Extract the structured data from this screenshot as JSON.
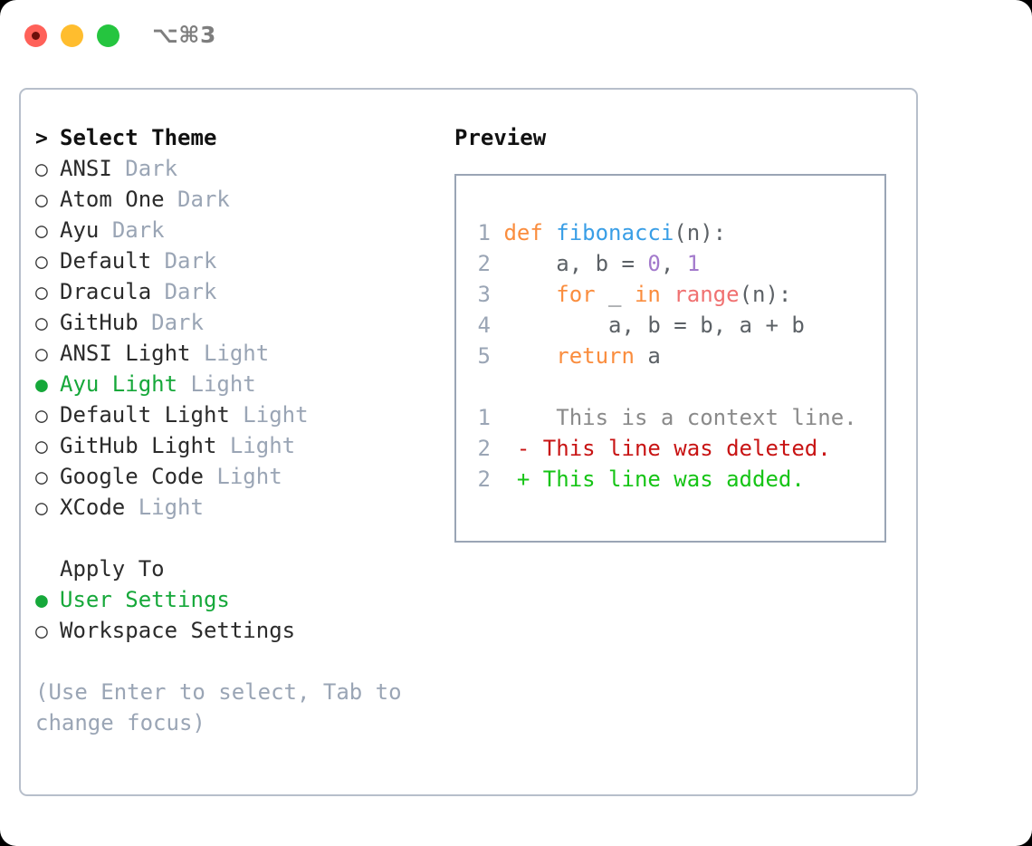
{
  "titlebar": {
    "shortcut": "⌥⌘3",
    "buttons": [
      {
        "name": "close",
        "color": "#ff6159"
      },
      {
        "name": "minimize",
        "color": "#ffbd2e"
      },
      {
        "name": "maximize",
        "color": "#25c53f"
      }
    ]
  },
  "colors": {
    "accent_green": "#16a83a",
    "muted": "#9aa5b5",
    "text": "#2b2b2b",
    "panel_border": "#b7bfcb",
    "preview_border": "#9aa5b5",
    "kw_orange": "#fa8d3e",
    "fn_blue": "#399ee6",
    "num_purple": "#a37acc",
    "builtin_red": "#f07171",
    "diff_del": "#c81414",
    "diff_add": "#16c416"
  },
  "theme_select": {
    "heading_marker": ">",
    "heading": "Select Theme",
    "items": [
      {
        "marker": "○",
        "label": "ANSI",
        "variant": "Dark",
        "selected": false
      },
      {
        "marker": "○",
        "label": "Atom One",
        "variant": "Dark",
        "selected": false
      },
      {
        "marker": "○",
        "label": "Ayu",
        "variant": "Dark",
        "selected": false
      },
      {
        "marker": "○",
        "label": "Default",
        "variant": "Dark",
        "selected": false
      },
      {
        "marker": "○",
        "label": "Dracula",
        "variant": "Dark",
        "selected": false
      },
      {
        "marker": "○",
        "label": "GitHub",
        "variant": "Dark",
        "selected": false
      },
      {
        "marker": "○",
        "label": "ANSI Light",
        "variant": "Light",
        "selected": false
      },
      {
        "marker": "●",
        "label": "Ayu Light",
        "variant": "Light",
        "selected": true
      },
      {
        "marker": "○",
        "label": "Default Light",
        "variant": "Light",
        "selected": false
      },
      {
        "marker": "○",
        "label": "GitHub Light",
        "variant": "Light",
        "selected": false
      },
      {
        "marker": "○",
        "label": "Google Code",
        "variant": "Light",
        "selected": false
      },
      {
        "marker": "○",
        "label": "XCode",
        "variant": "Light",
        "selected": false
      }
    ]
  },
  "apply_to": {
    "heading": "Apply To",
    "items": [
      {
        "marker": "●",
        "label": "User Settings",
        "selected": true
      },
      {
        "marker": "○",
        "label": "Workspace Settings",
        "selected": false
      }
    ]
  },
  "hint": "(Use Enter to select, Tab to change focus)",
  "preview": {
    "heading": "Preview",
    "code_lines": [
      {
        "no": "1",
        "segments": [
          {
            "t": "def ",
            "c": "tok-kw"
          },
          {
            "t": "fibonacci",
            "c": "tok-fn"
          },
          {
            "t": "(n):",
            "c": "tok-plain"
          }
        ]
      },
      {
        "no": "2",
        "segments": [
          {
            "t": "    a, b = ",
            "c": "tok-plain"
          },
          {
            "t": "0",
            "c": "tok-num"
          },
          {
            "t": ", ",
            "c": "tok-plain"
          },
          {
            "t": "1",
            "c": "tok-num"
          }
        ]
      },
      {
        "no": "3",
        "segments": [
          {
            "t": "    ",
            "c": "tok-plain"
          },
          {
            "t": "for",
            "c": "tok-kw"
          },
          {
            "t": " _ ",
            "c": "tok-plain"
          },
          {
            "t": "in",
            "c": "tok-kw"
          },
          {
            "t": " ",
            "c": "tok-plain"
          },
          {
            "t": "range",
            "c": "tok-builtin"
          },
          {
            "t": "(n):",
            "c": "tok-plain"
          }
        ]
      },
      {
        "no": "4",
        "segments": [
          {
            "t": "        a, b = b, a + b",
            "c": "tok-plain"
          }
        ]
      },
      {
        "no": "5",
        "segments": [
          {
            "t": "    ",
            "c": "tok-plain"
          },
          {
            "t": "return",
            "c": "tok-kw"
          },
          {
            "t": " a",
            "c": "tok-plain"
          }
        ]
      }
    ],
    "diff_lines": [
      {
        "no": "1",
        "sign": " ",
        "text": "  This is a context line.",
        "kind": "diff-context"
      },
      {
        "no": "2",
        "sign": "-",
        "text": " This line was deleted.",
        "kind": "diff-del"
      },
      {
        "no": "2",
        "sign": "+",
        "text": " This line was added.",
        "kind": "diff-add"
      }
    ]
  }
}
